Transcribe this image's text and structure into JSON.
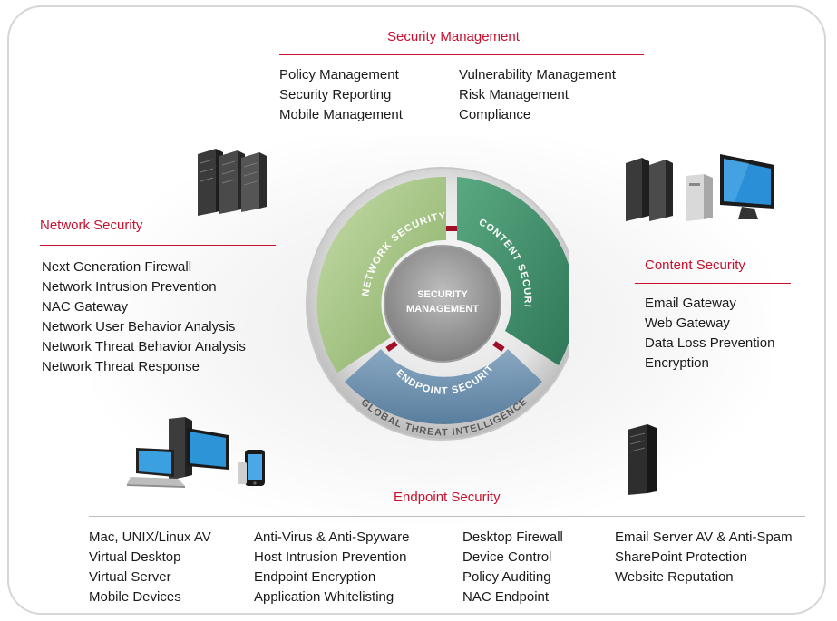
{
  "security_management": {
    "heading": "Security Management",
    "col1": [
      "Policy Management",
      "Security Reporting",
      "Mobile Management"
    ],
    "col2": [
      "Vulnerability Management",
      "Risk Management",
      "Compliance"
    ]
  },
  "network_security": {
    "heading": "Network Security",
    "items": [
      "Next Generation Firewall",
      "Network Intrusion Prevention",
      "NAC Gateway",
      "Network User Behavior Analysis",
      "Network Threat Behavior Analysis",
      "Network Threat Response"
    ]
  },
  "content_security": {
    "heading": "Content Security",
    "items": [
      "Email Gateway",
      "Web Gateway",
      "Data Loss Prevention",
      "Encryption"
    ]
  },
  "endpoint_security": {
    "heading": "Endpoint Security",
    "col1": [
      "Mac, UNIX/Linux AV",
      "Virtual Desktop",
      "Virtual Server",
      "Mobile Devices"
    ],
    "col2": [
      "Anti-Virus & Anti-Spyware",
      "Host Intrusion Prevention",
      "Endpoint Encryption",
      "Application Whitelisting"
    ],
    "col3": [
      "Desktop Firewall",
      "Device Control",
      "Policy Auditing",
      "NAC Endpoint"
    ],
    "col4": [
      "Email Server AV & Anti-Spam",
      "SharePoint Protection",
      "Website Reputation"
    ]
  },
  "wheel": {
    "center_line1": "SECURITY",
    "center_line2": "MANAGEMENT",
    "network_arc": "NETWORK SECURITY",
    "content_arc": "CONTENT SECURITY",
    "endpoint_arc": "ENDPOINT SECURITY",
    "outer_arc": "GLOBAL THREAT INTELLIGENCE"
  },
  "colors": {
    "accent": "#c8102e",
    "network_segment": "#a9c98a",
    "content_segment": "#3f8f6c",
    "endpoint_segment": "#5d86a8"
  },
  "icons": [
    "server-rack-icon",
    "server-desktop-monitor-icon",
    "laptop-desktop-phone-icon",
    "tower-server-icon"
  ]
}
